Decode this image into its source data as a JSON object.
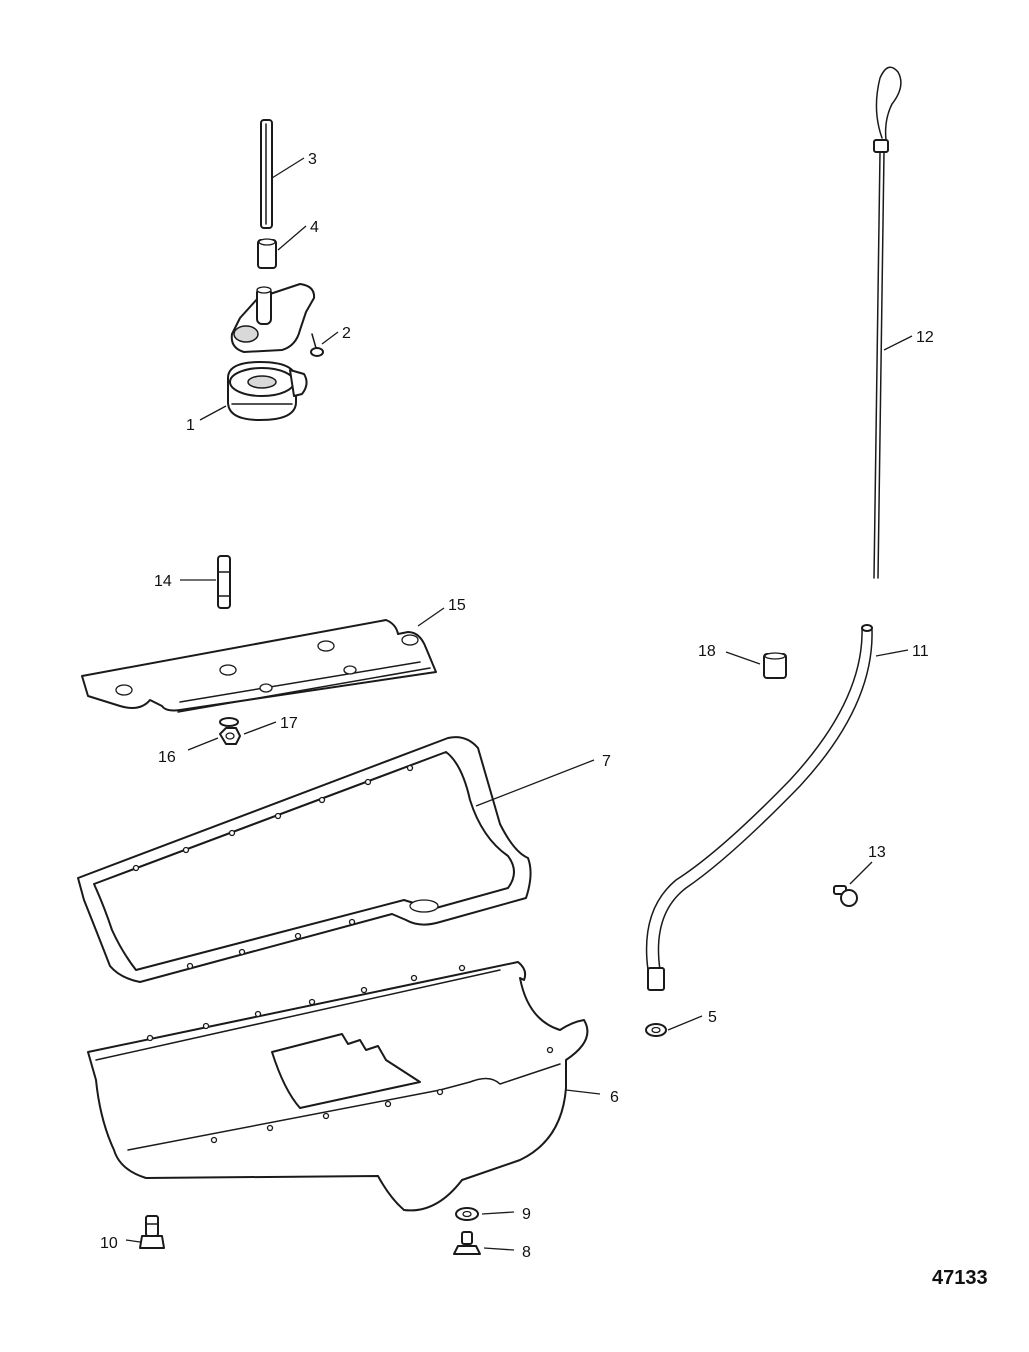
{
  "diagram": {
    "figure_number": "47133",
    "callouts": {
      "c1": "1",
      "c2": "2",
      "c3": "3",
      "c4": "4",
      "c5": "5",
      "c6": "6",
      "c7": "7",
      "c8": "8",
      "c9": "9",
      "c10": "10",
      "c11": "11",
      "c12": "12",
      "c13": "13",
      "c14": "14",
      "c15": "15",
      "c16": "16",
      "c17": "17",
      "c18": "18"
    }
  }
}
